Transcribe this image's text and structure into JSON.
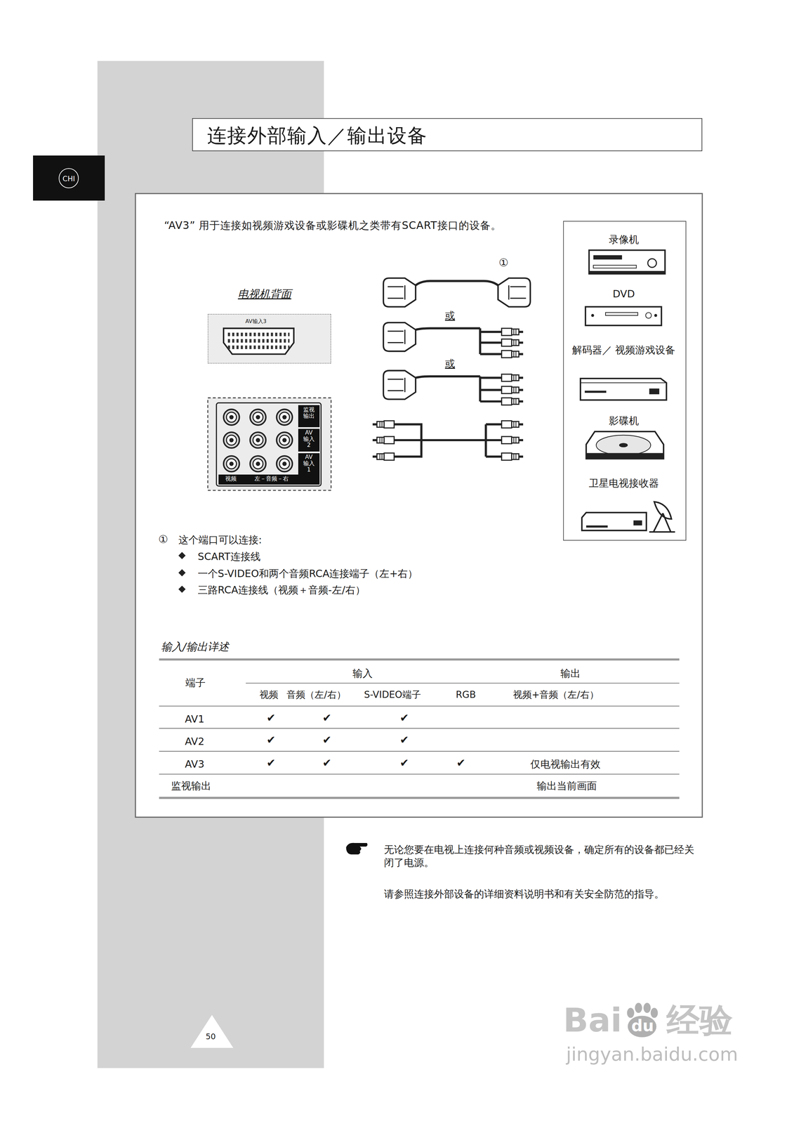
{
  "diagram": {
    "nodes": [
      {
        "text": [
          "连接外部输入／输出设备"
        ]
      },
      {
        "text": [
          "CHI"
        ]
      },
      {
        "text": [
          "录像机",
          "DVD",
          "解码器／ 视频游戏设备",
          "影碟机",
          "卫星电视接收器"
        ]
      },
      {
        "text": [
          "AV输入3"
        ]
      },
      {
        "text": [
          "监视输出"
        ]
      },
      {
        "text": [
          "AV输入2"
        ]
      },
      {
        "text": [
          "AV输入1"
        ]
      },
      {
        "text": [
          "视频"
        ]
      },
      {
        "text": [
          "左－音频－右"
        ]
      },
      {
        "text": [
          "50"
        ]
      }
    ],
    "labels": [
      "“AV3” 用于连接如视频游戏设备或影碟机之类带有SCART接口的设备。",
      "电视机背面",
      "①",
      "或",
      "或",
      "①",
      "这个端口可以连接:",
      "SCART连接线",
      "一个S-VIDEO和两个音频RCA连接端子（左+右）",
      "三路RCA连接线（视频＋音频-左/右）",
      "输入/输出详述",
      "端子",
      "输入",
      "输出",
      "视频",
      "音频（左/右）",
      "S-VIDEO端子",
      "RGB",
      "视频+音频（左/右）",
      "AV1",
      "✔",
      "✔",
      "✔",
      "AV2",
      "✔",
      "✔",
      "✔",
      "AV3",
      "✔",
      "✔",
      "✔",
      "✔",
      "仅电视输出有效",
      "监视输出",
      "输出当前画面",
      "无论您要在电视上连接何种音频或视频设备，确定所有的设备都已经关闭了电源。",
      "请参照连接外部设备的详细资料说明书和有关安全防范的指导。",
      "Bai",
      "du",
      "经验",
      "jingyan.baidu.com"
    ]
  }
}
